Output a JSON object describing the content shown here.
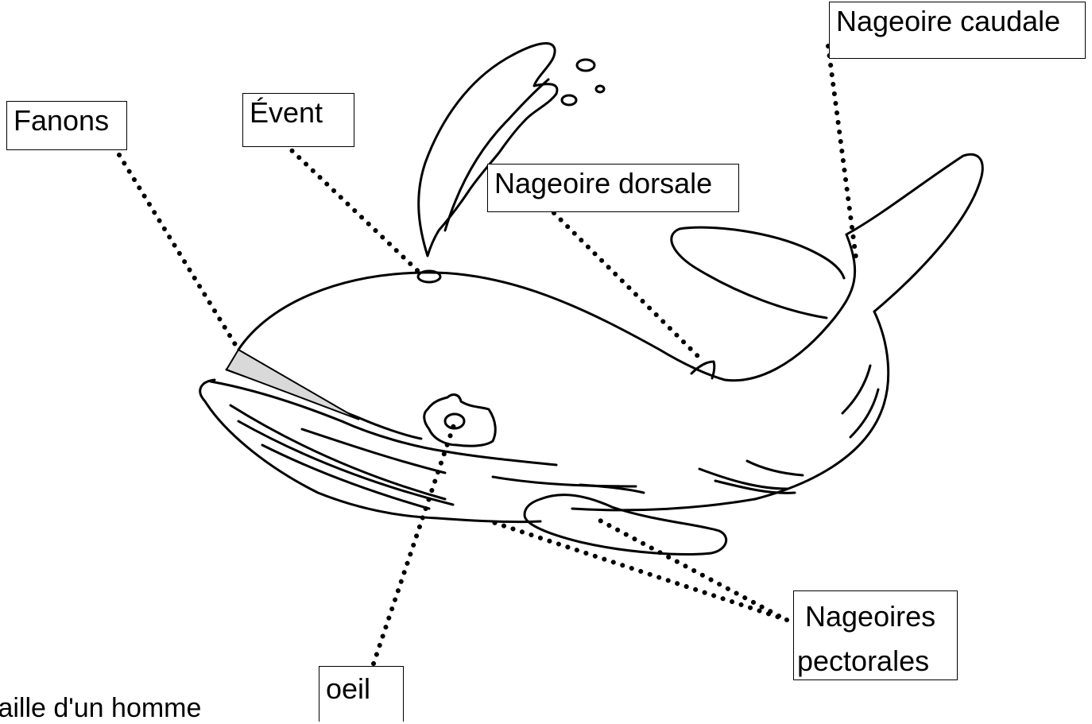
{
  "labels": {
    "fanons": "Fanons",
    "event": "Évent",
    "dorsale": "Nageoire dorsale",
    "caudale": "Nageoire caudale",
    "pectorales_line1": "Nageoires",
    "pectorales_line2": "pectorales",
    "oeil": "oeil"
  },
  "bottom_text": "taille d'un homme",
  "colors": {
    "ink": "#000000",
    "baleen_fill": "#d9d9d9",
    "background": "#ffffff"
  }
}
